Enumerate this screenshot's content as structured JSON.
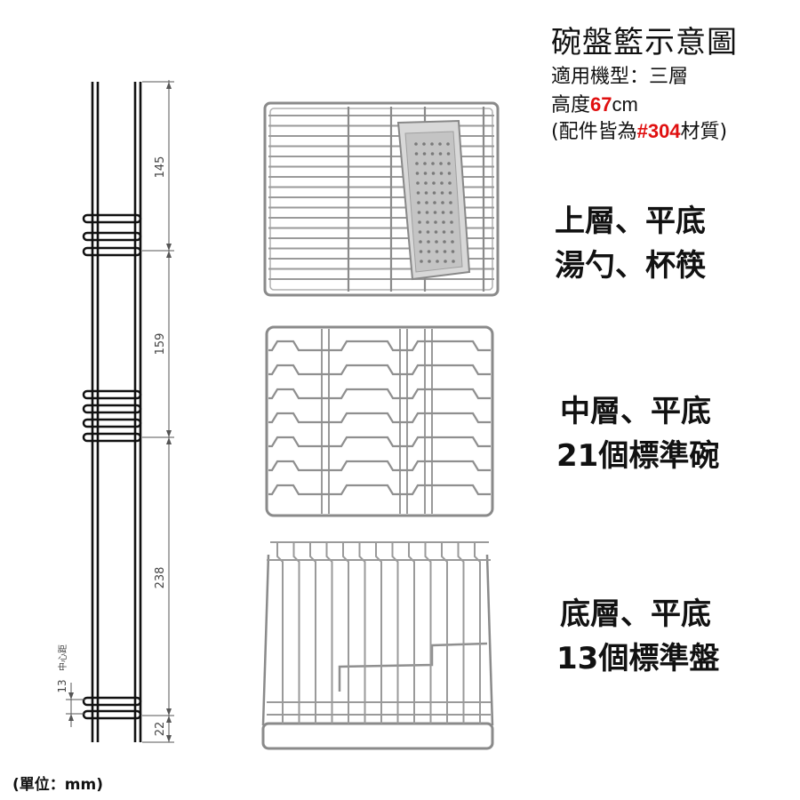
{
  "title": "碗盤籃示意圖",
  "model_line": "適用機型：三層",
  "height": {
    "label": "高度",
    "value": "67",
    "unit": "cm"
  },
  "material": {
    "prefix": "(配件皆為",
    "highlight": "#304",
    "suffix": "材質)"
  },
  "tiers": {
    "top": {
      "line1": "上層、平底",
      "line2": "湯勺、杯筷"
    },
    "middle": {
      "line1": "中層、平底",
      "line2": "21個標準碗"
    },
    "bottom": {
      "line1": "底層、平底",
      "line2": "13個標準盤"
    }
  },
  "dimensions": {
    "d1": "145",
    "d2": "159",
    "d3": "238",
    "d4": "22",
    "d5": "13",
    "d5_note": "中心距"
  },
  "unit_label": "(單位：mm)",
  "colors": {
    "highlight": "#e01010",
    "frame": "#111111",
    "wire": "#9a9a9a"
  }
}
